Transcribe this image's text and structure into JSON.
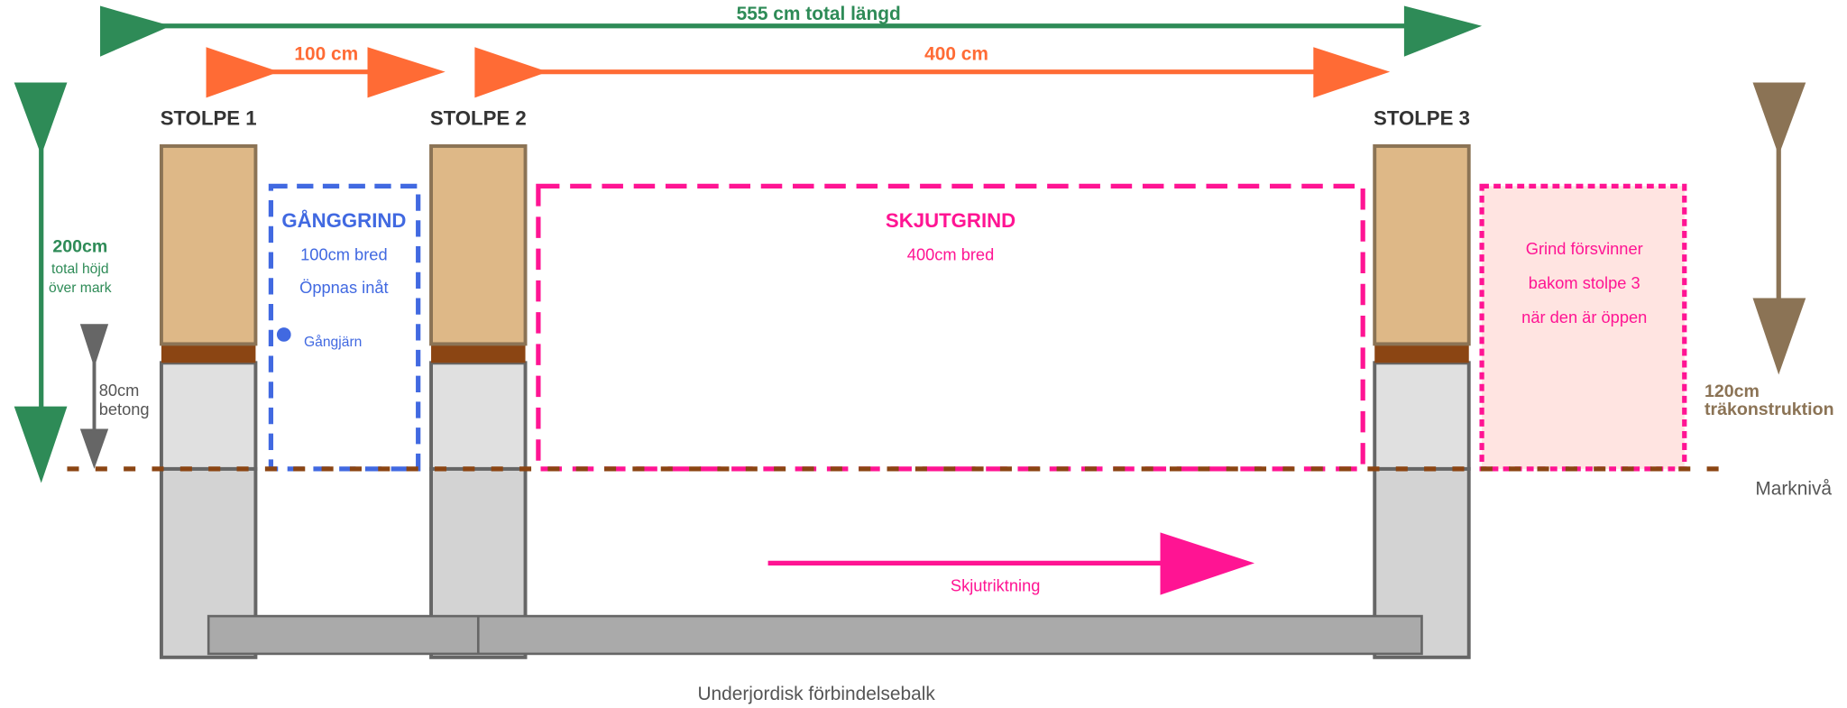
{
  "colors": {
    "green": "#2e8b57",
    "orange": "#ff6b35",
    "blue": "#4169e1",
    "pink": "#ff1493",
    "brown": "#8b7355",
    "wood": "#deb887",
    "band": "#8b4513",
    "concrete": "#d3d3d3",
    "gray": "#666666"
  },
  "dimensions": {
    "total_length": "555 cm total längd",
    "walk_width": "100 cm",
    "slide_width": "400 cm",
    "total_height": "200cm",
    "total_height_sub1": "total höjd",
    "total_height_sub2": "över mark",
    "concrete_depth": "80cm",
    "concrete_depth_sub": "betong",
    "wood_height": "120cm",
    "wood_height_sub": "träkonstruktion"
  },
  "posts": [
    {
      "label": "STOLPE 1"
    },
    {
      "label": "STOLPE 2"
    },
    {
      "label": "STOLPE 3"
    }
  ],
  "walk_gate": {
    "title": "GÅNGGRIND",
    "width": "100cm bred",
    "opening": "Öppnas inåt",
    "hinge": "Gångjärn"
  },
  "slide_gate": {
    "title": "SKJUTGRIND",
    "width": "400cm bred",
    "direction": "Skjutriktning"
  },
  "hidden_gate": {
    "line1": "Grind försvinner",
    "line2": "bakom stolpe 3",
    "line3": "när den är öppen"
  },
  "ground_label": "Marknivå",
  "beam_label": "Underjordisk förbindelsebalk"
}
